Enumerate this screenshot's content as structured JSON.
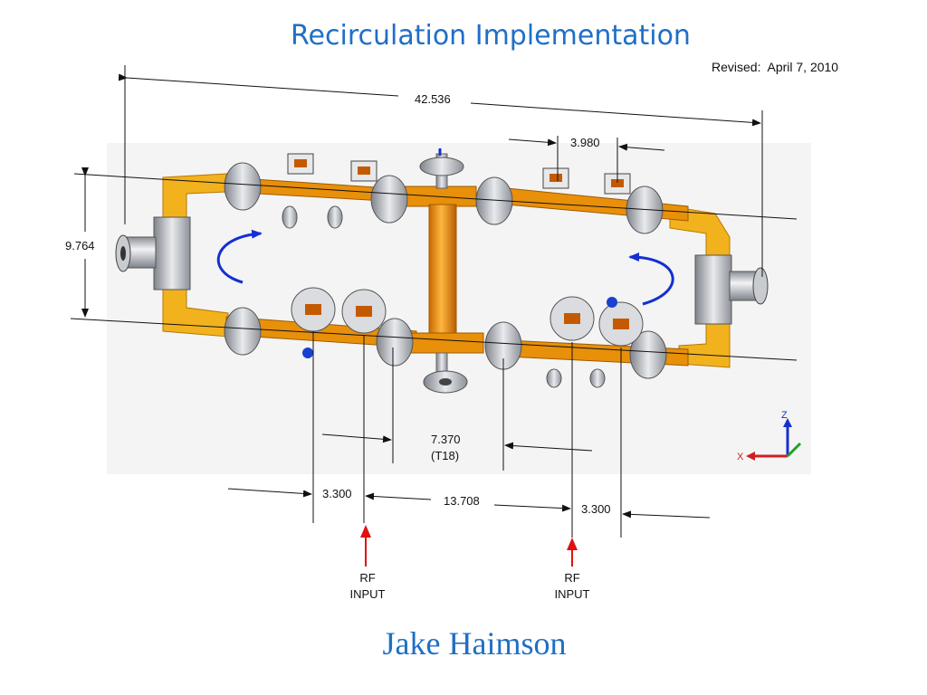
{
  "title": "Recirculation Implementation",
  "revised": "Revised:  April 7, 2010",
  "author": "Jake Haimson",
  "dimensions": {
    "overall_length": "42.536",
    "flange_spacing": "3.980",
    "height": "9.764",
    "center_offset": "7.370",
    "center_offset_note": "(T18)",
    "left_offset": "3.300",
    "center_span": "13.708",
    "right_offset": "3.300"
  },
  "rf_inputs": [
    {
      "line1": "RF",
      "line2": "INPUT"
    },
    {
      "line1": "RF",
      "line2": "INPUT"
    }
  ],
  "axis_triad": {
    "z": "Z",
    "x": "X"
  },
  "colors": {
    "title": "#1f6fc5",
    "waveguide": "#e89a10",
    "copper": "#d77a10",
    "flange": "#b8bcc2",
    "arrow_blue": "#1530d0",
    "rf_arrow": "#e01010"
  }
}
